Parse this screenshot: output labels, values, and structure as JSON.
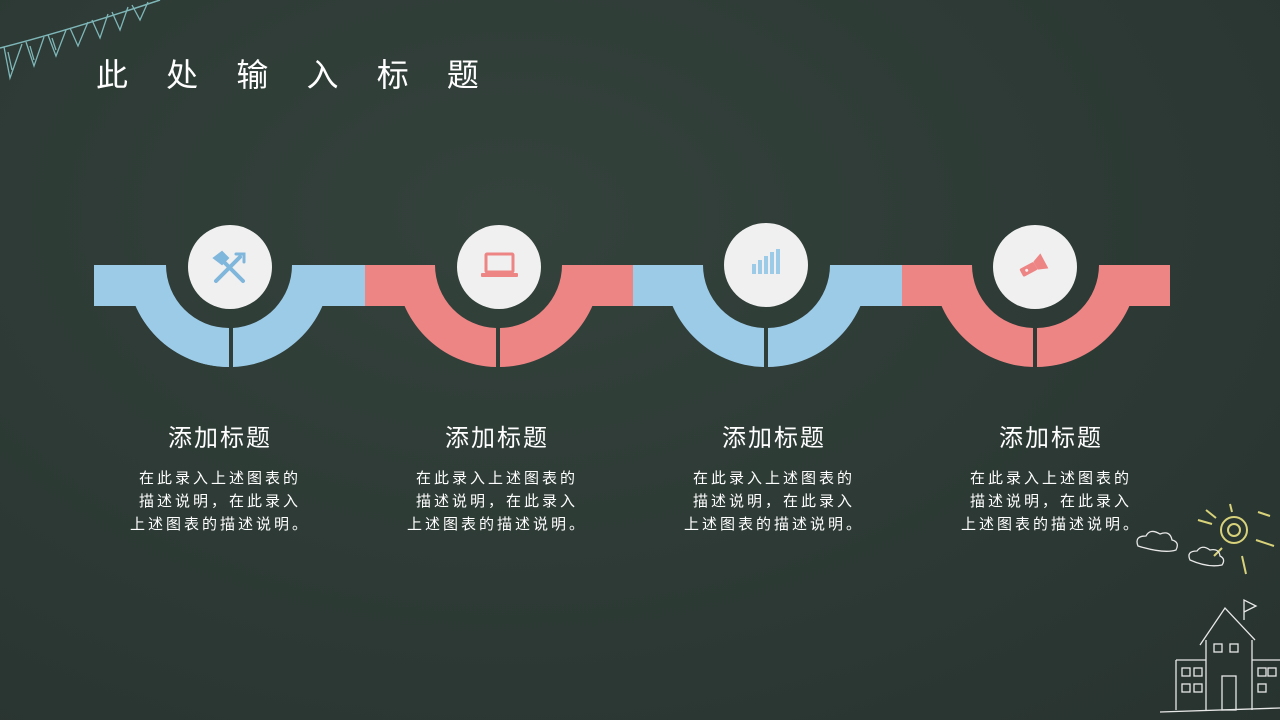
{
  "slide": {
    "title": "此 处 输 入 标 题",
    "colors": {
      "background": "#2d3a35",
      "blue": "#9ccbe8",
      "red": "#ee8585",
      "circle": "#f0f0f0"
    }
  },
  "steps": [
    {
      "title": "添加标题",
      "desc_lines": [
        "在此录入上述图表的",
        "描述说明，在此录入",
        "上述图表的描述说明。"
      ],
      "icon": "tools-icon",
      "color": "blue"
    },
    {
      "title": "添加标题",
      "desc_lines": [
        "在此录入上述图表的",
        "描述说明，在此录入",
        "上述图表的描述说明。"
      ],
      "icon": "laptop-icon",
      "color": "red"
    },
    {
      "title": "添加标题",
      "desc_lines": [
        "在此录入上述图表的",
        "描述说明，在此录入",
        "上述图表的描述说明。"
      ],
      "icon": "bar-chart-icon",
      "color": "blue"
    },
    {
      "title": "添加标题",
      "desc_lines": [
        "在此录入上述图表的",
        "描述说明，在此录入",
        "上述图表的描述说明。"
      ],
      "icon": "flashlight-icon",
      "color": "red"
    }
  ]
}
